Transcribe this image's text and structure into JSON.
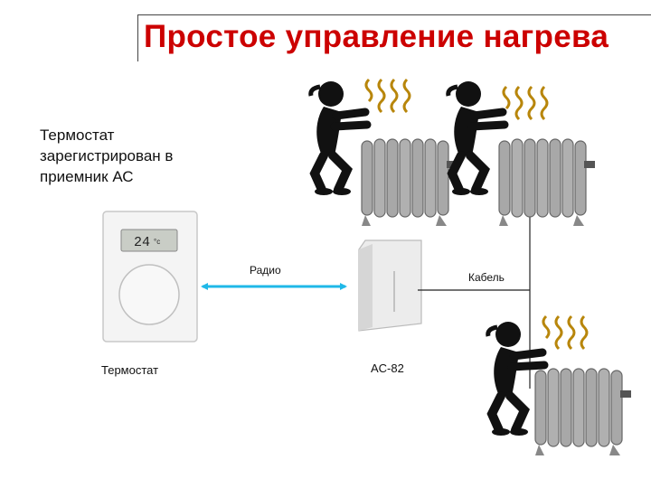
{
  "slide": {
    "title": "Простое управление нагрева",
    "description": "Термостат зарегистрирован в приемник АС"
  },
  "thermostat": {
    "display_value": "24",
    "display_unit": "°c",
    "caption": "Термостат"
  },
  "receiver": {
    "caption": "AC-82"
  },
  "links": {
    "radio_label": "Радио",
    "cable_label": "Кабель"
  },
  "colors": {
    "title": "#cc0000",
    "radio_arrow": "#1fb8e8",
    "radiator": "#a8a8a8",
    "figure": "#111111",
    "heat_waves": "#b8860b"
  },
  "icons": [
    "thermostat-icon",
    "receiver-icon",
    "radiator-icon",
    "person-icon",
    "heat-waves-icon"
  ]
}
